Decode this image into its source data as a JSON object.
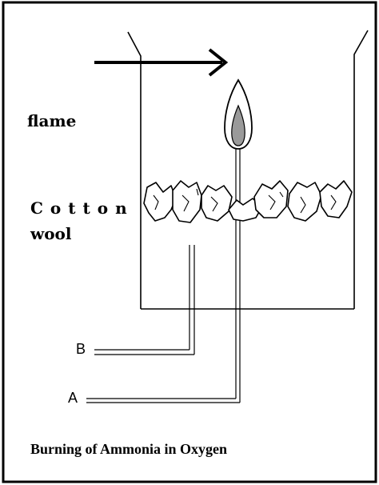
{
  "labels": {
    "flame": "flame",
    "cotton": "Cotton",
    "wool": "wool",
    "b": "B",
    "a": "A",
    "caption": "Burning of Ammonia in Oxygen"
  },
  "colors": {
    "stroke": "#000000",
    "flame_inner": "#9a9a9a",
    "background": "#ffffff"
  }
}
